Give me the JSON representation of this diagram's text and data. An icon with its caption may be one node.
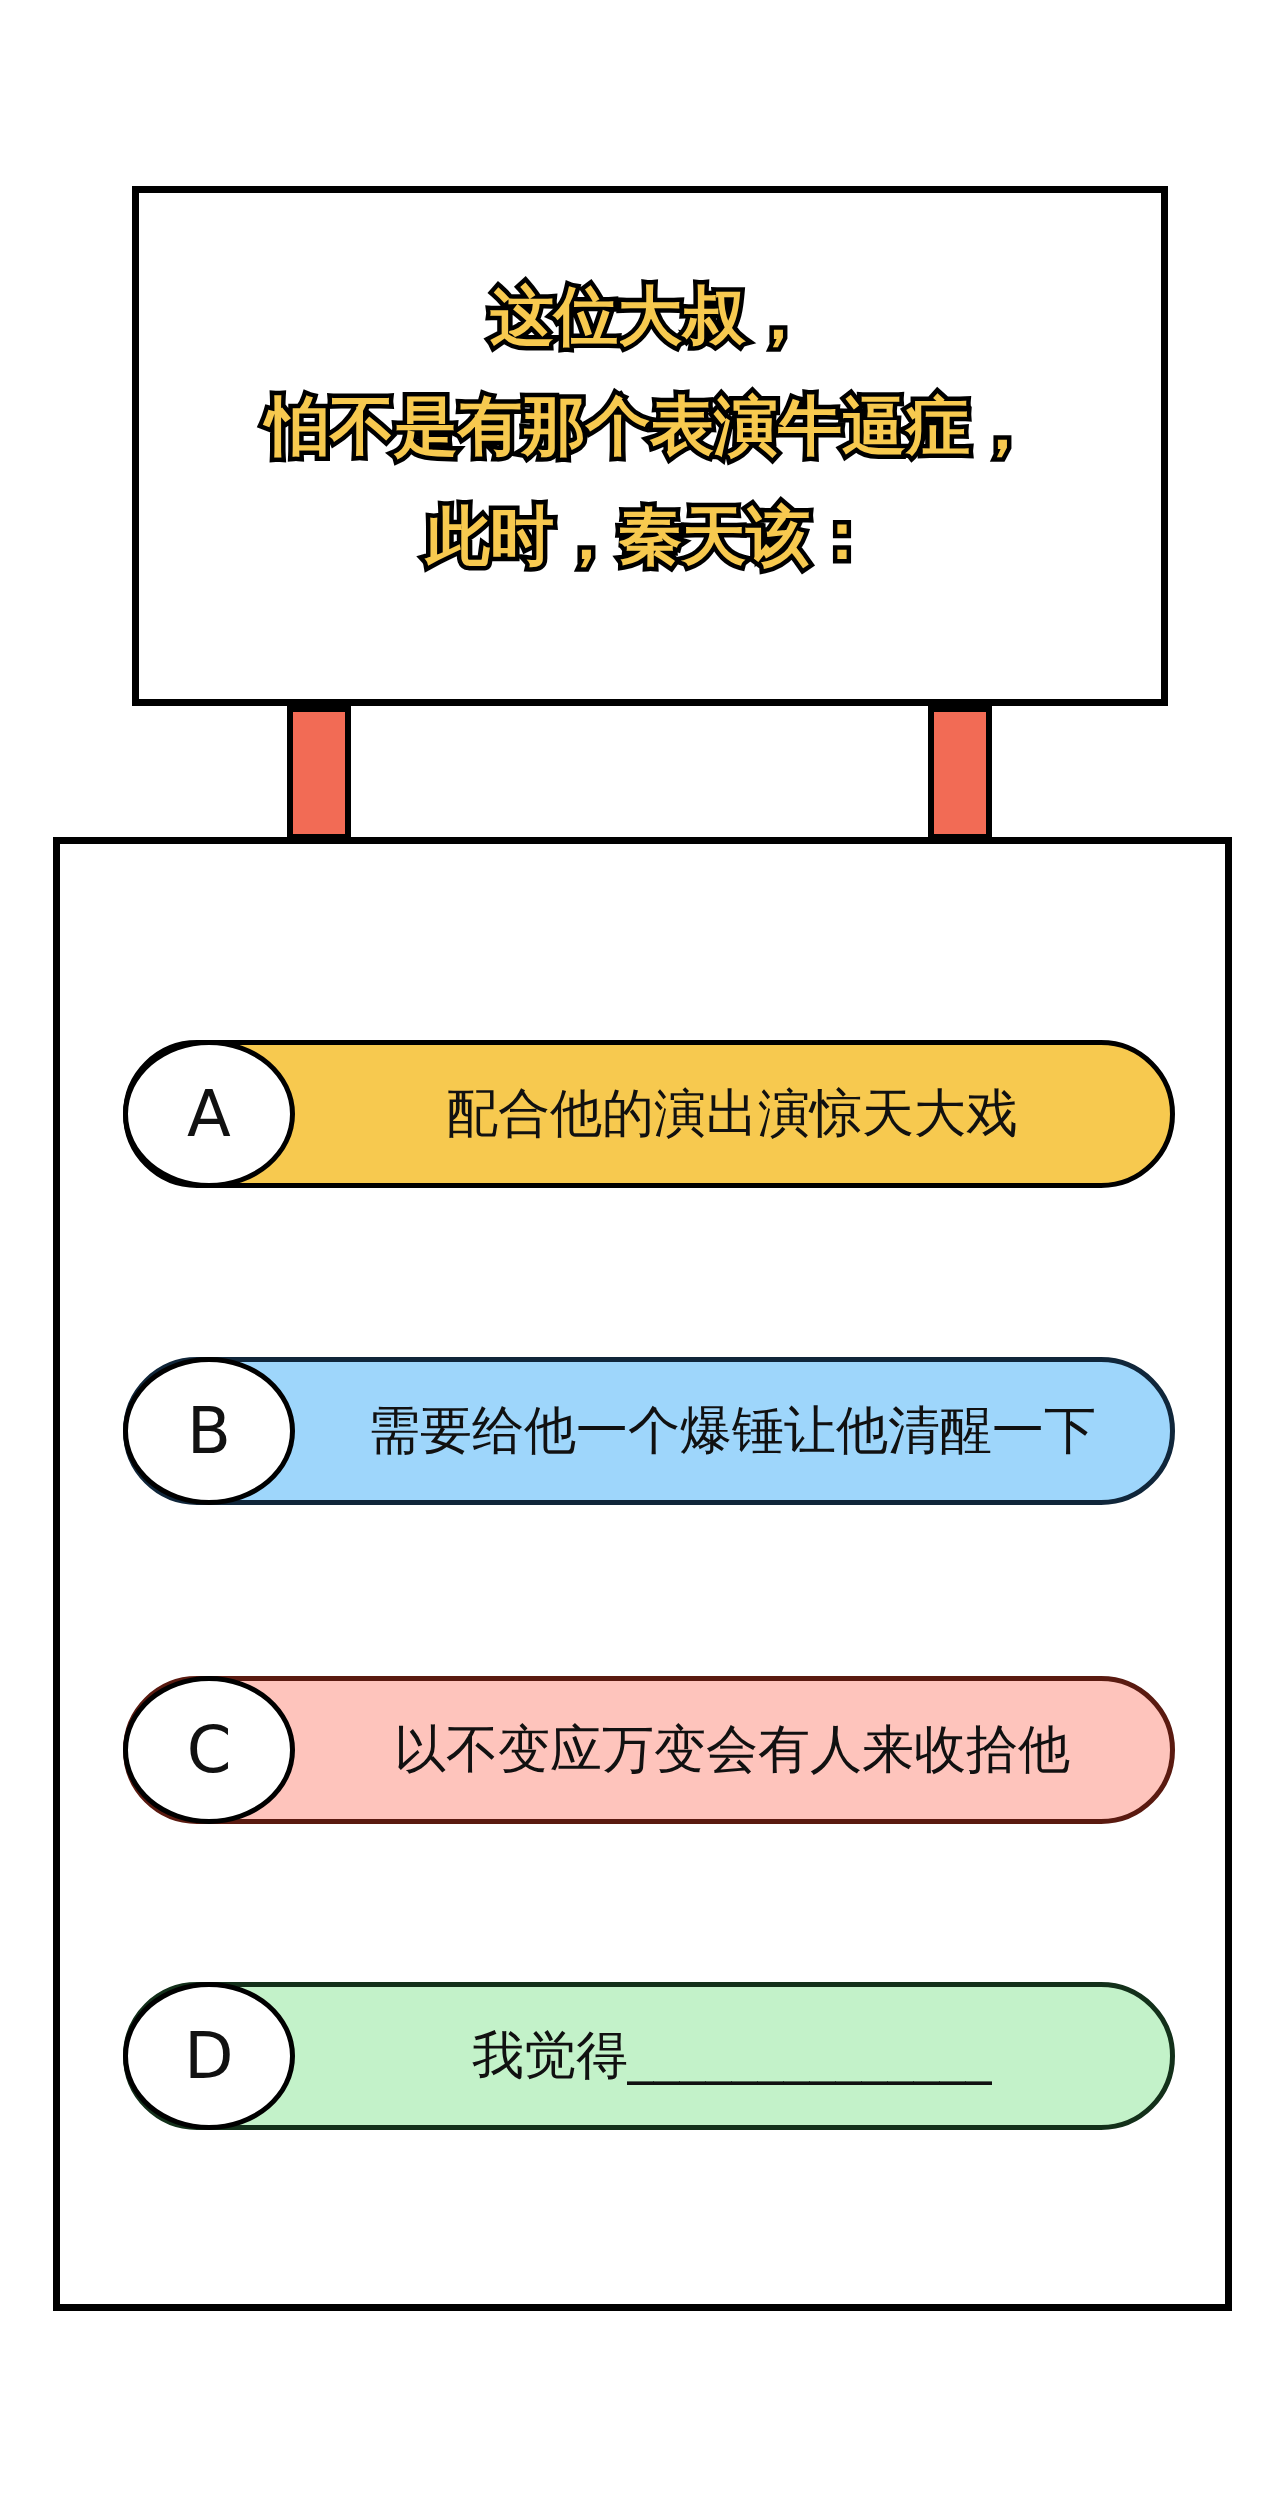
{
  "diagram": {
    "nodes": [
      {
        "text": [
          "这位大叔，",
          "怕不是有那个表演牛逼症，",
          "此时，秦天该："
        ]
      },
      {
        "text": [],
        "shape": "box"
      },
      {
        "text": [
          "配合他的演出演惊天大戏"
        ],
        "in": 1
      },
      {
        "text": [
          "A"
        ],
        "in": 2
      },
      {
        "text": [
          "需要给他一个爆锤让他清醒一下"
        ],
        "in": 1
      },
      {
        "text": [
          "B"
        ],
        "in": 4
      },
      {
        "text": [
          "以不变应万变会有人来收拾他"
        ],
        "in": 1
      },
      {
        "text": [
          "C"
        ],
        "in": 6
      },
      {
        "text": [
          "我觉得______________"
        ],
        "in": 1
      },
      {
        "text": [
          "D"
        ],
        "in": 8
      },
      {
        "text": [],
        "shape": "bar"
      },
      {
        "text": [],
        "shape": "bar"
      }
    ],
    "edges": []
  }
}
